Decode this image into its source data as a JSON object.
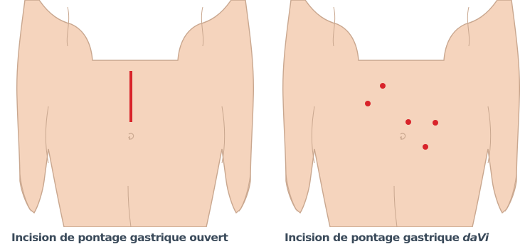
{
  "colors": {
    "skin": "#f5d4bd",
    "outline": "#c9a78f",
    "incision": "#d8232a",
    "caption": "#3a4a5a"
  },
  "panels": [
    {
      "caption_text": "Incision de pontage gastrique ouvert",
      "incision_type": "single-vertical-line"
    },
    {
      "caption_prefix": "Incision de pontage gastrique ",
      "caption_italic": "daVi",
      "incision_type": "five-port-dots"
    }
  ]
}
